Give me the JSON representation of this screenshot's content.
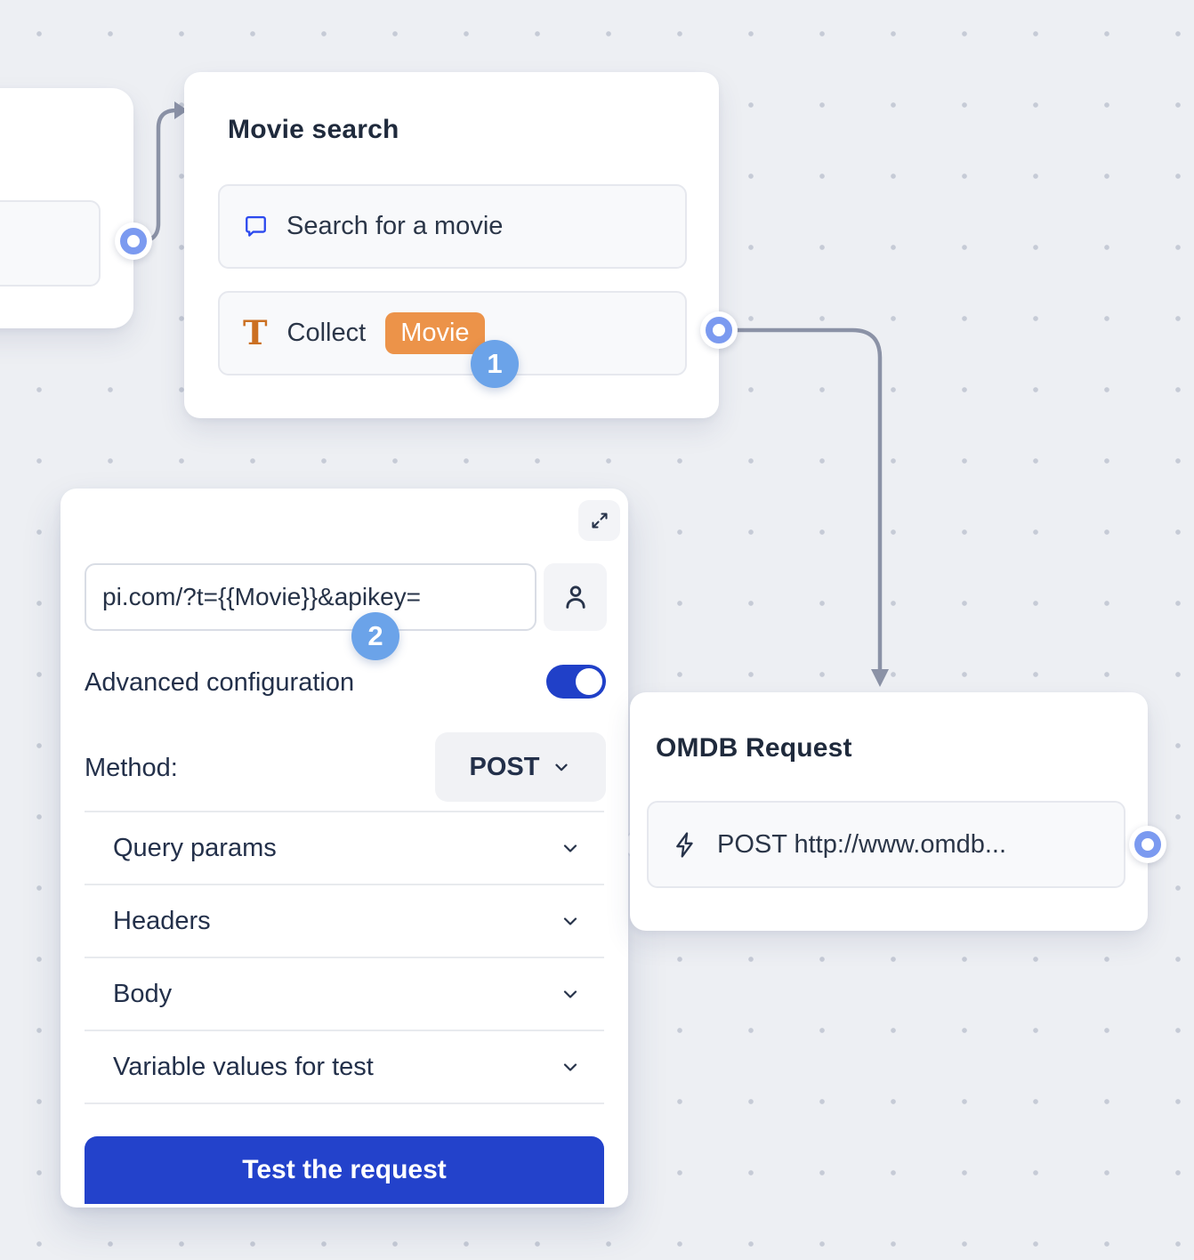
{
  "canvas": {
    "background": "#edeff3",
    "dot_color": "#c6cbd6",
    "connector_color": "#8b92a6",
    "port_color": "#7b9af0"
  },
  "colors": {
    "accent_blue": "#2342cb",
    "toggle_on": "#2040c8",
    "step_badge_blue": "#6ba3e9",
    "variable_badge_orange": "#ec9349",
    "chat_icon_blue": "#2b49ee",
    "text_icon_orange": "#cb7022",
    "title_text": "#1f2a3c"
  },
  "nodes": {
    "movie_search": {
      "title": "Movie search",
      "step_badge": "1",
      "items": [
        {
          "icon": "chat-bubble-icon",
          "label": "Search for a movie"
        },
        {
          "icon": "text-icon",
          "label": "Collect",
          "variable_badge": "Movie"
        }
      ]
    },
    "omdb_request": {
      "title": "OMDB Request",
      "item": {
        "icon": "lightning-icon",
        "label": "POST http://www.omdb..."
      }
    }
  },
  "config_panel": {
    "step_badge": "2",
    "url_value": "pi.com/?t={{Movie}}&apikey=",
    "advanced_label": "Advanced configuration",
    "advanced_enabled": true,
    "method_label": "Method:",
    "method_value": "POST",
    "sections": [
      "Query params",
      "Headers",
      "Body",
      "Variable values for test"
    ],
    "test_button_label": "Test the request"
  }
}
